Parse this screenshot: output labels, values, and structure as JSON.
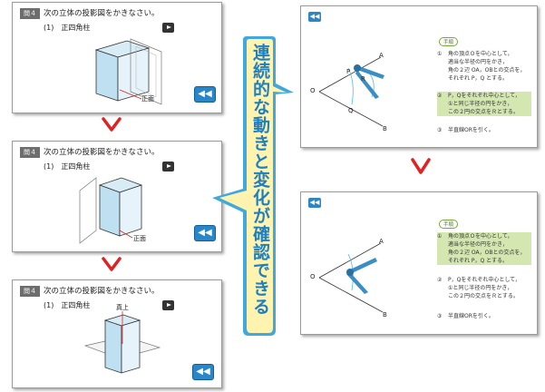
{
  "question": {
    "tag": "問４",
    "text": "次の立体の投影図をかきなさい。",
    "sub": "(1)　正四角柱"
  },
  "labels": {
    "front": "正面",
    "top": "真上"
  },
  "callout": {
    "text": "連続的な動きと変化が確認できる",
    "color": "#fff3b0",
    "border": "#3fa8df"
  },
  "construction": {
    "head": "手順",
    "steps": [
      {
        "num": "①",
        "lines": [
          "角の頂点Ｏを中心として，",
          "適当な半径の円をかき，",
          "角の２辺 OA，OBとの交点を，",
          "それぞれ P，Q とする。"
        ]
      },
      {
        "num": "②",
        "lines": [
          "P，Qをそれぞれ中心として，",
          "①と同じ半径の円をかき，",
          "この２円の交点をＲとする。"
        ]
      },
      {
        "num": "③",
        "lines": [
          "半直線ORを引く。"
        ]
      }
    ],
    "points": {
      "o": "O",
      "a": "A",
      "b": "B",
      "p": "P",
      "q": "Q",
      "r": "R"
    }
  },
  "buttons": {
    "back": "◀◀",
    "play": "play"
  },
  "colors": {
    "accent": "#2a86c6",
    "arrow": "#e02222",
    "highlight": "#d5e7b0"
  }
}
